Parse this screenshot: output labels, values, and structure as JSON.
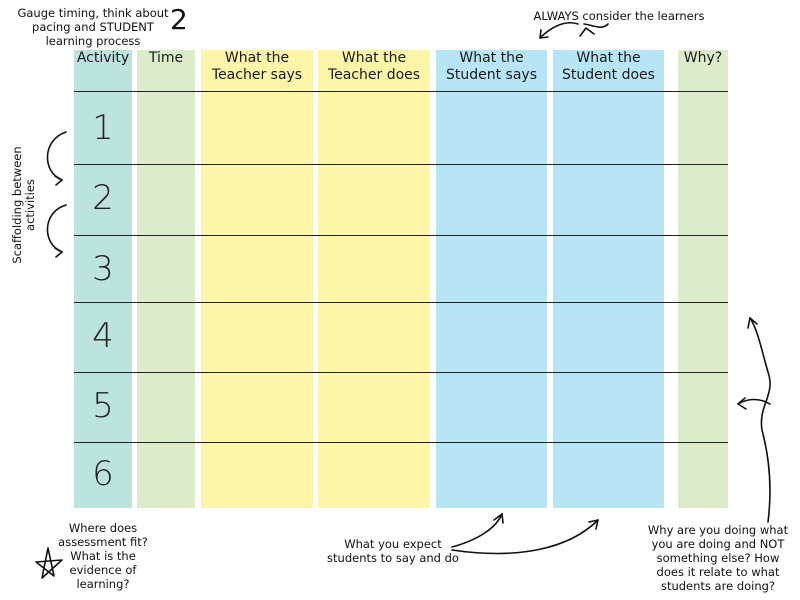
{
  "columns": [
    {
      "key": "activity",
      "label": "Activity",
      "color": "#bde3df"
    },
    {
      "key": "time",
      "label": "Time",
      "color": "#dcebc9"
    },
    {
      "key": "teacher_says",
      "label": "What the Teacher says",
      "color": "#fdf6a8"
    },
    {
      "key": "teacher_does",
      "label": "What the Teacher does",
      "color": "#fdf6a8"
    },
    {
      "key": "student_says",
      "label": "What the Student says",
      "color": "#b7e5f5"
    },
    {
      "key": "student_does",
      "label": "What the Student does",
      "color": "#b7e5f5"
    },
    {
      "key": "why",
      "label": "Why?",
      "color": "#dcebc9"
    }
  ],
  "header": {
    "activity": "Activity",
    "time": "Time",
    "teacher_says_1": "What the",
    "teacher_says_2": "Teacher says",
    "teacher_does_1": "What the",
    "teacher_does_2": "Teacher does",
    "student_says_1": "What the",
    "student_says_2": "Student says",
    "student_does_1": "What the",
    "student_does_2": "Student does",
    "why": "Why?"
  },
  "rows": [
    "1",
    "2",
    "3",
    "4",
    "5",
    "6"
  ],
  "notes": {
    "timing_1": "Gauge timing, think about",
    "timing_2": "pacing and STUDENT",
    "timing_3": "learning process",
    "timing_mark": "2",
    "learners": "ALWAYS consider the learners",
    "scaffolding_1": "Scaffolding between",
    "scaffolding_2": "activities",
    "assessment_1": "Where does",
    "assessment_2": "assessment fit?",
    "assessment_3": "What is the",
    "assessment_4": "evidence of",
    "assessment_5": "learning?",
    "expect_1": "What you expect",
    "expect_2": "students to say and do",
    "why_1": "Why are you doing what",
    "why_2": "you are doing and NOT",
    "why_3": "something else? How",
    "why_4": "does it relate to what",
    "why_5": "students are doing?"
  }
}
